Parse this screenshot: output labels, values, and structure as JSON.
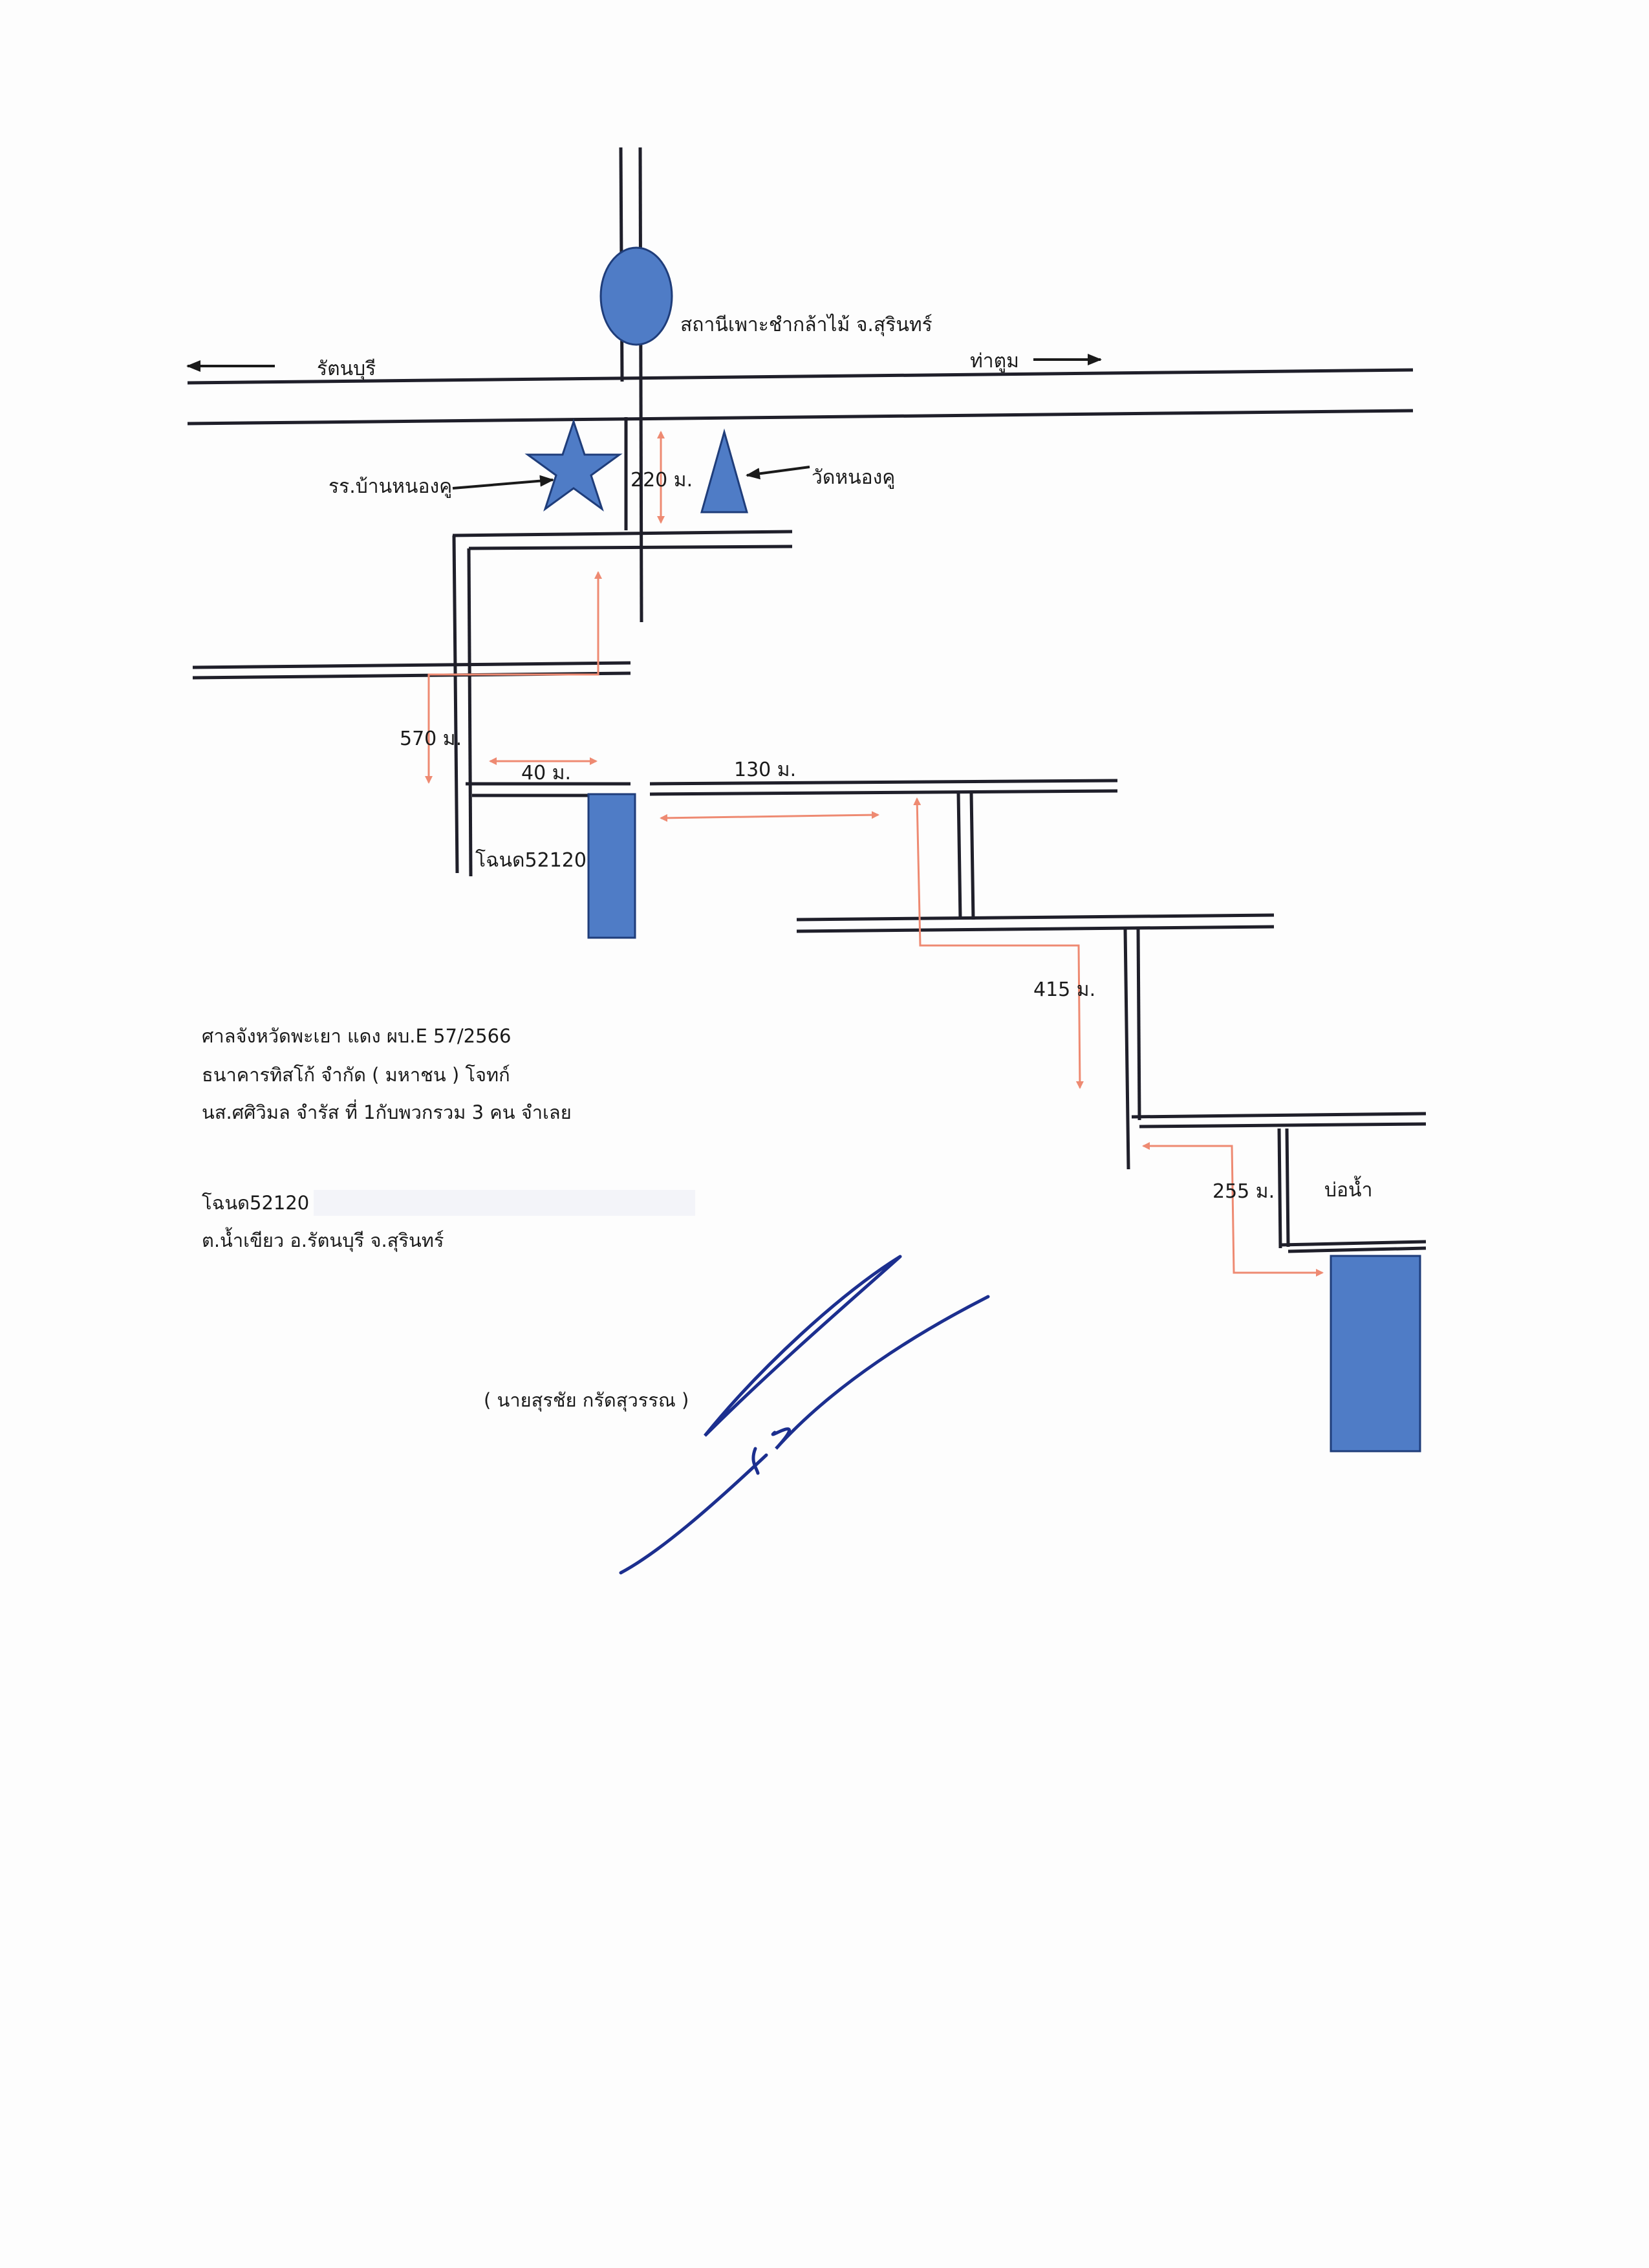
{
  "map": {
    "labels": {
      "station": "สถานีเพาะชำกล้าไม้ จ.สุรินทร์",
      "west_dir": "รัตนบุรี",
      "east_dir": "ท่าตูม",
      "school": "รร.บ้านหนองคู",
      "temple": "วัดหนองคู",
      "plot_a": "โฉนด52120",
      "pond": "บ่อน้ำ"
    },
    "distances": {
      "d220": "220 ม.",
      "d570": "570 ม.",
      "d40": "40 ม.",
      "d130": "130 ม.",
      "d415": "415 ม.",
      "d255": "255 ม."
    }
  },
  "case": {
    "line1": "ศาลจังหวัดพะเยา แดง ผบ.E 57/2566",
    "line2": "ธนาคารทิสโก้ จำกัด  ( มหาชน )      โจทก์",
    "line3": "นส.ศศิวิมล จำรัส ที่ 1กับพวกรวม 3 คน จำเลย",
    "deed": "โฉนด52120",
    "location": "ต.น้ำเขียว อ.รัตนบุรี จ.สุรินทร์"
  },
  "signature": {
    "name": "(  นายสุรชัย  กรัดสุวรรณ  )"
  },
  "colors": {
    "symbol_fill": "#4f7cc6",
    "road": "#1f1f2a",
    "distance_arrow": "#ee8a72",
    "signature_ink": "#1c2f8f"
  }
}
